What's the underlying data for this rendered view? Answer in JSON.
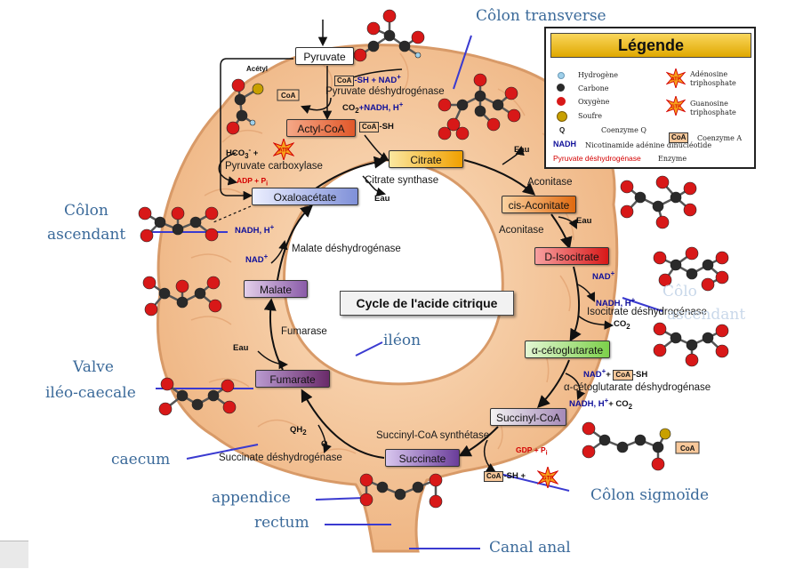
{
  "colors": {
    "intestine_fill": "#f3c79d",
    "intestine_edge": "#d89a68",
    "arrow": "#111111",
    "cofactor_blue": "#10109a",
    "cofactor_red": "#d40000",
    "anatomy_label": "#3b6a9a",
    "carbon": "#2a2a2a",
    "oxygen": "#d81818",
    "hydrogen": "#9fd0ea",
    "sulfur": "#c8a000",
    "coa_box": "#f8c89a",
    "legend_title_gradient": [
      "#f9d65c",
      "#e0a800"
    ]
  },
  "center_title": "Cycle de l'acide citrique",
  "anatomy": {
    "colon_transverse": "Côlon transverse",
    "colon_ascendant_left_1": "Côlon",
    "colon_ascendant_left_2": "ascendant",
    "colon_ascendant_right_1": "Côlo",
    "colon_ascendant_right_2": "ascendant",
    "ileon": "iléon",
    "valve_1": "Valve",
    "valve_2": "iléo-caecale",
    "caecum": "caecum",
    "appendice": "appendice",
    "rectum": "rectum",
    "colon_sigmoide": "Côlon sigmoïde",
    "canal_anal": "Canal anal"
  },
  "metabolites": {
    "pyruvate": "Pyruvate",
    "acetyl_coa": "Actyl-CoA",
    "citrate": "Citrate",
    "cis_aconitate": "cis-Aconitate",
    "d_isocitrate": "D-Isocitrate",
    "alpha_ketoglutarate": "α-cétoglutarate",
    "succinyl_coa": "Succinyl-CoA",
    "succinate": "Succinate",
    "fumarate": "Fumarate",
    "malate": "Malate",
    "oxaloacetate": "Oxaloacétate"
  },
  "enzymes": {
    "pyruvate_dh": "Pyruvate déshydrogénase",
    "pyruvate_carboxylase": "Pyruvate carboxylase",
    "citrate_synthase": "Citrate synthase",
    "aconitase_1": "Aconitase",
    "aconitase_2": "Aconitase",
    "isocitrate_dh": "Isocitrate déshydrogénase",
    "akg_dh": "α-cétoglutarate déshydrogénase",
    "succinyl_coa_synthetase": "Succinyl-CoA synthétase",
    "succinate_dh": "Succinate déshydrogénase",
    "fumarase": "Fumarase",
    "malate_dh": "Malate déshydrogénase"
  },
  "cofactors": {
    "acetyl": "Acétyl",
    "pdh_in_suffix": "-SH + NAD",
    "pdh_in_sup": "+",
    "pdh_out_co2": "CO",
    "pdh_out_co2_sub": "2",
    "pdh_out_nadh": "+NADH, H",
    "pdh_out_nadh_sup": "+",
    "acetyl_coa_sh": "-SH",
    "hco3": "HCO",
    "hco3_sub": "3",
    "hco3_sup": "-",
    "hco3_plus": " +",
    "adp_pi": "ADP + P",
    "adp_pi_sub": "i",
    "eau_citrate": "Eau",
    "eau_aconitase": "Eau",
    "eau_cis": "Eau",
    "eau_fumarase": "Eau",
    "nad_isocitrate": "NAD",
    "nad_isocitrate_sup": "+",
    "nadh_isocitrate": "NADH, H",
    "nadh_isocitrate_sup": "+",
    "co2_isocitrate": "CO",
    "co2_isocitrate_sub": "2",
    "nad_akg": "NAD",
    "nad_akg_sup": "+",
    "nad_akg_plus": "+",
    "akg_sh": "-SH",
    "nadh_akg": "NADH, H",
    "nadh_akg_sup": "+",
    "nadh_akg_co2": "+ CO",
    "nadh_akg_co2_sub": "2",
    "gdp_pi": "GDP + P",
    "gdp_pi_sub": "i",
    "succ_sh": "-SH +",
    "qh2": "QH",
    "qh2_sub": "2",
    "q": "Q",
    "nadh_malate": "NADH, H",
    "nadh_malate_sup": "+",
    "nad_malate": "NAD",
    "nad_malate_sup": "+",
    "coa": "CoA",
    "atp": "ATP",
    "gtp": "GTP"
  },
  "legend": {
    "title": "Légende",
    "hydrogene": "Hydrogène",
    "carbone": "Carbone",
    "oxygene": "Oxygène",
    "soufre": "Soufre",
    "atp_1": "Adénosine",
    "atp_2": "triphosphate",
    "gtp_1": "Guanosine",
    "gtp_2": "triphosphate",
    "q_symbol": "Q",
    "q_label": "Coenzyme Q",
    "coa_symbol": "CoA",
    "coa_label": "Coenzyme A",
    "nadh_symbol": "NADH",
    "nadh_label": "Nicotinamide adénine dinucléotide",
    "enzyme_example": "Pyruvate déshydrogénase",
    "enzyme_label": "Enzyme",
    "atp_icon": "ATP",
    "gtp_icon": "GTP"
  },
  "icons": [
    "ball-and-stick-molecule",
    "starburst-atp",
    "starburst-gtp",
    "coa-tag",
    "arrow"
  ]
}
